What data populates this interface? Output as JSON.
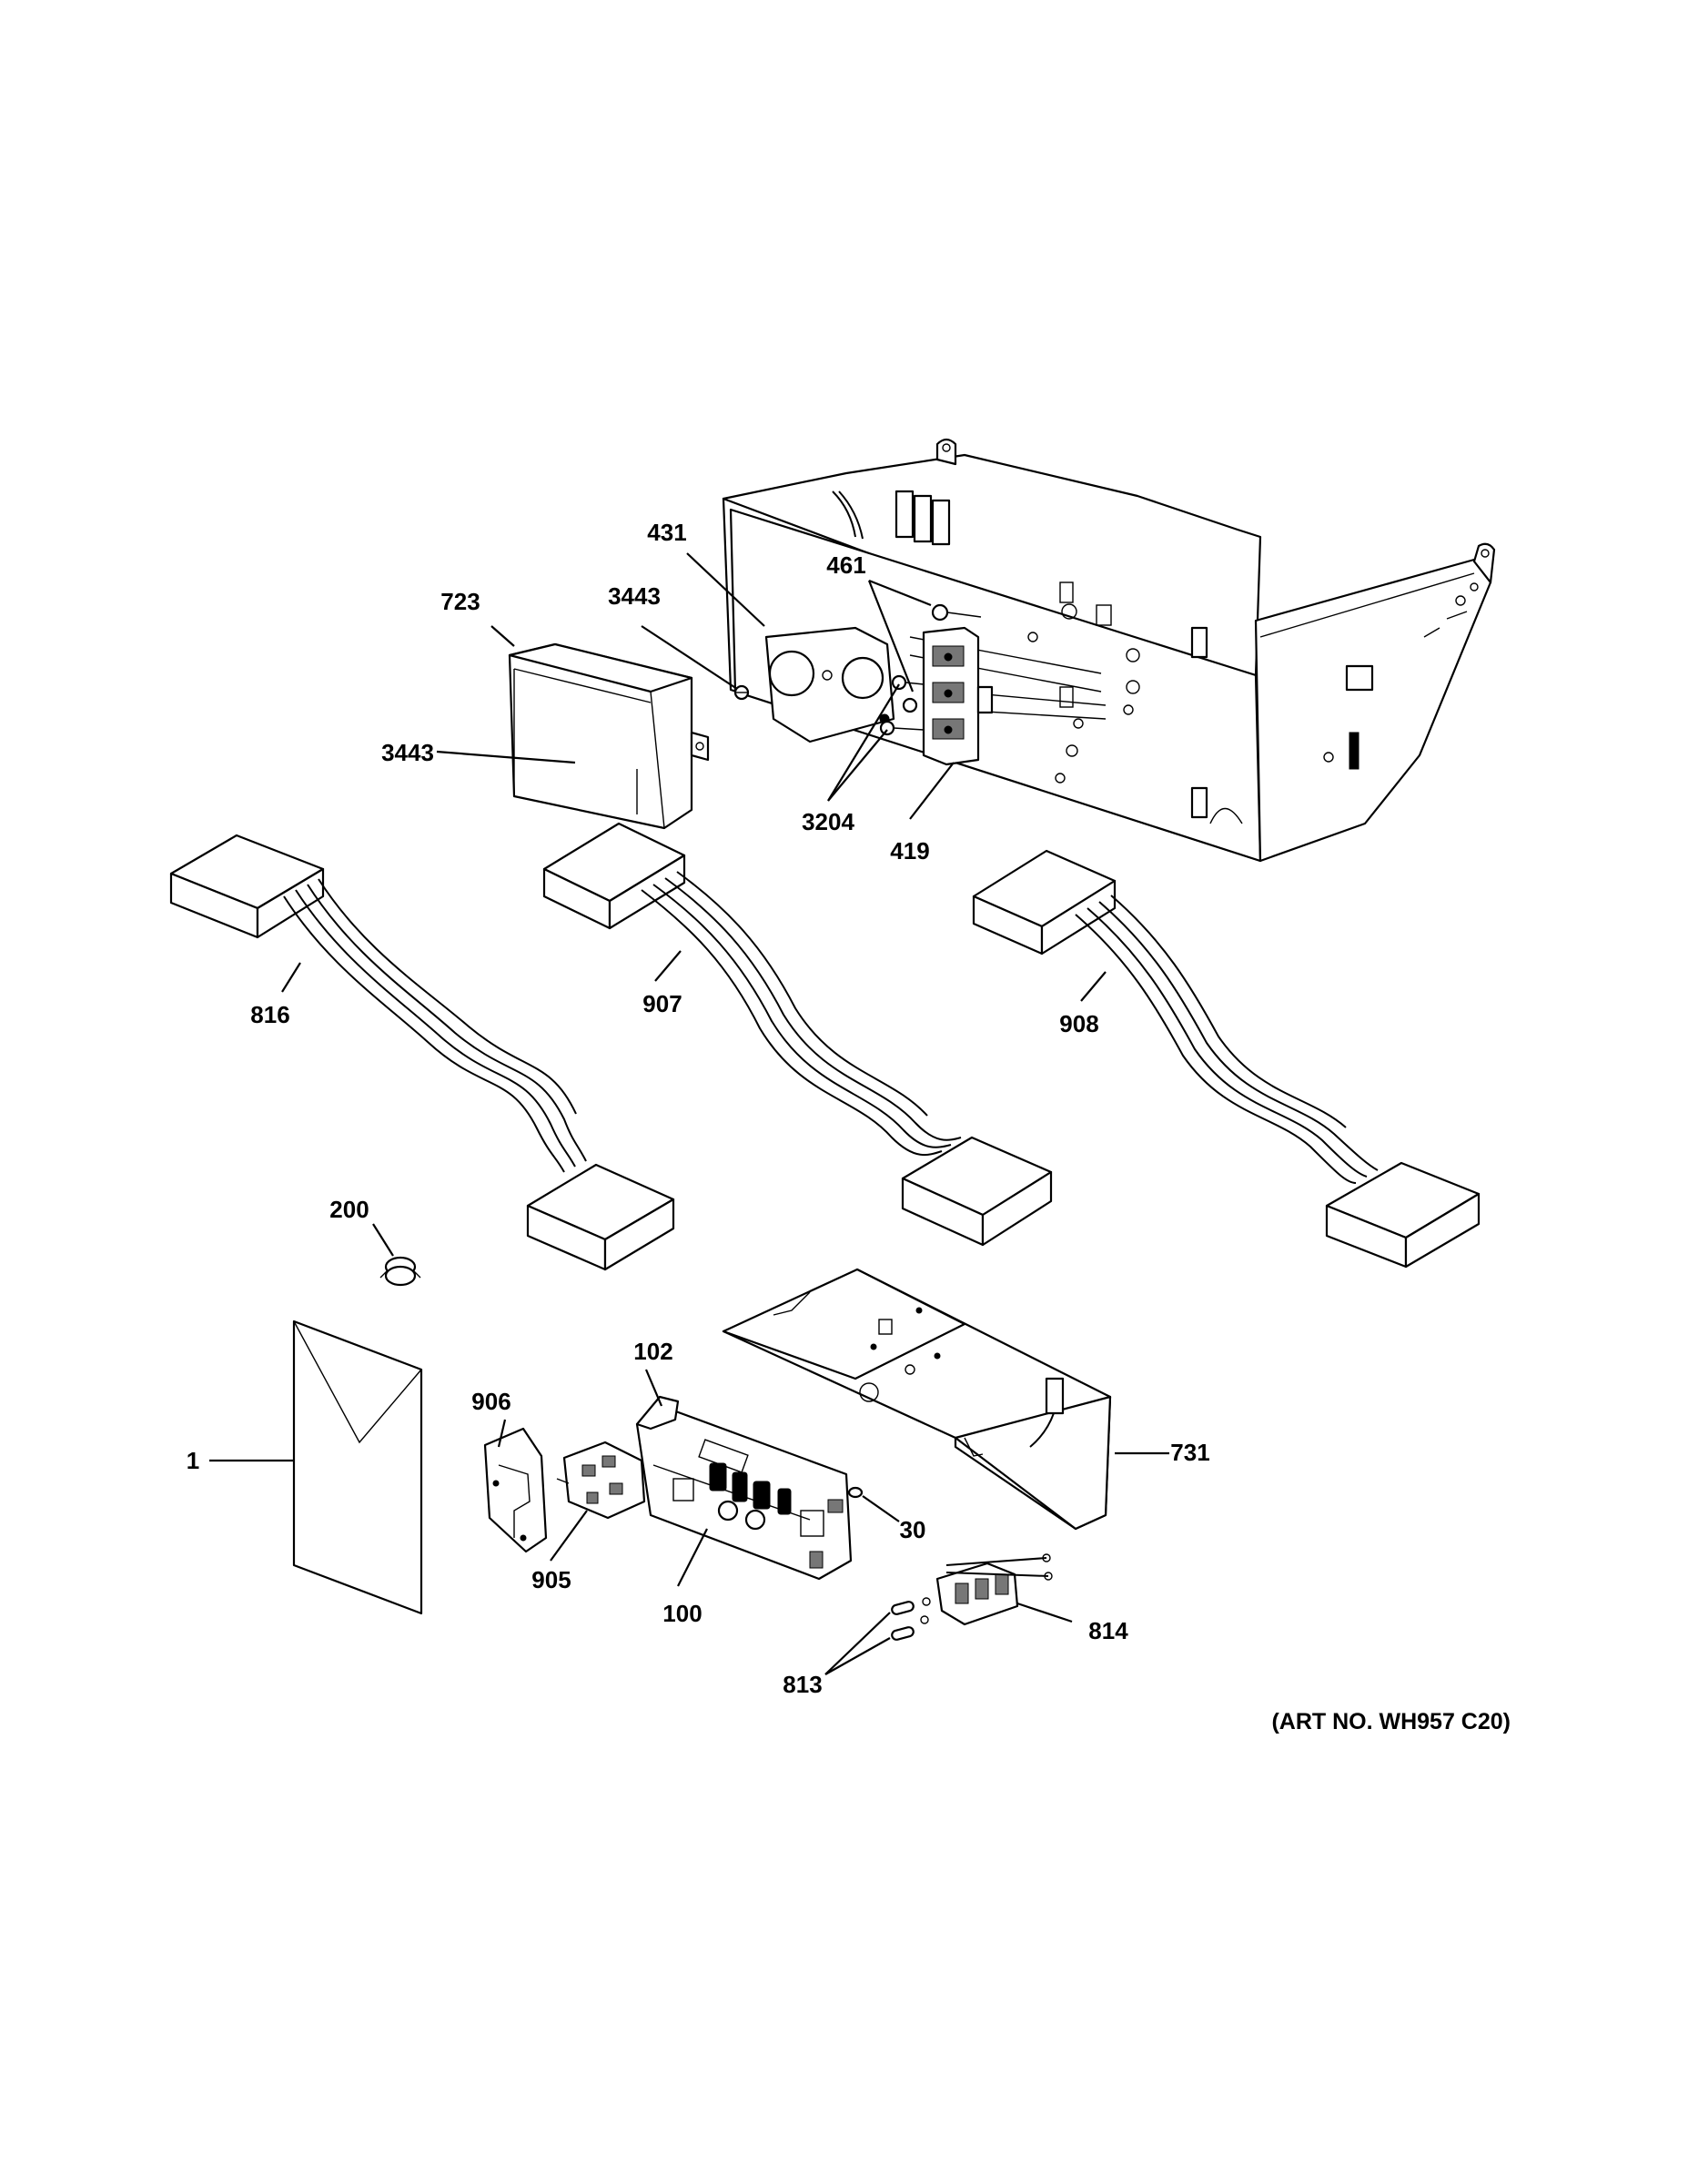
{
  "art_number": "(ART NO. WH957 C20)",
  "callouts": {
    "c431": "431",
    "c461": "461",
    "c723": "723",
    "c3443_top": "3443",
    "c3443_left": "3443",
    "c3204": "3204",
    "c419": "419",
    "c816": "816",
    "c907": "907",
    "c908": "908",
    "c200": "200",
    "c102": "102",
    "c906": "906",
    "c1": "1",
    "c905": "905",
    "c100": "100",
    "c30": "30",
    "c731": "731",
    "c814": "814",
    "c813": "813"
  }
}
